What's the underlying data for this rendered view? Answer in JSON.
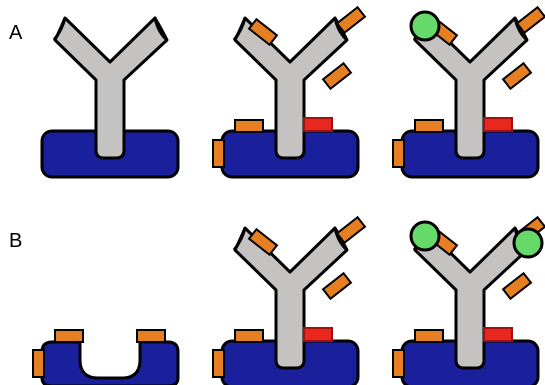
{
  "diagram": {
    "rows": [
      {
        "label": "A",
        "cells": [
          {
            "antibody": true,
            "tags": false,
            "red_patch": false,
            "green_tips": 0,
            "cut": false
          },
          {
            "antibody": true,
            "tags": true,
            "red_patch": true,
            "green_tips": 0,
            "cut": false
          },
          {
            "antibody": true,
            "tags": true,
            "red_patch": true,
            "green_tips": 1,
            "cut": false
          }
        ]
      },
      {
        "label": "B",
        "cells": [
          {
            "antibody": false,
            "tags": true,
            "red_patch": false,
            "green_tips": 0,
            "cut": true
          },
          {
            "antibody": true,
            "tags": true,
            "red_patch": true,
            "green_tips": 0,
            "cut": false
          },
          {
            "antibody": true,
            "tags": true,
            "red_patch": true,
            "green_tips": 2,
            "cut": false
          }
        ]
      }
    ]
  },
  "colors": {
    "base_fill": "#1a1f9c",
    "antibody_fill": "#c5c2c2",
    "tag_fill": "#e67e22",
    "red_fill": "#e8271e",
    "green_fill": "#66d96b",
    "stroke": "#000000"
  }
}
